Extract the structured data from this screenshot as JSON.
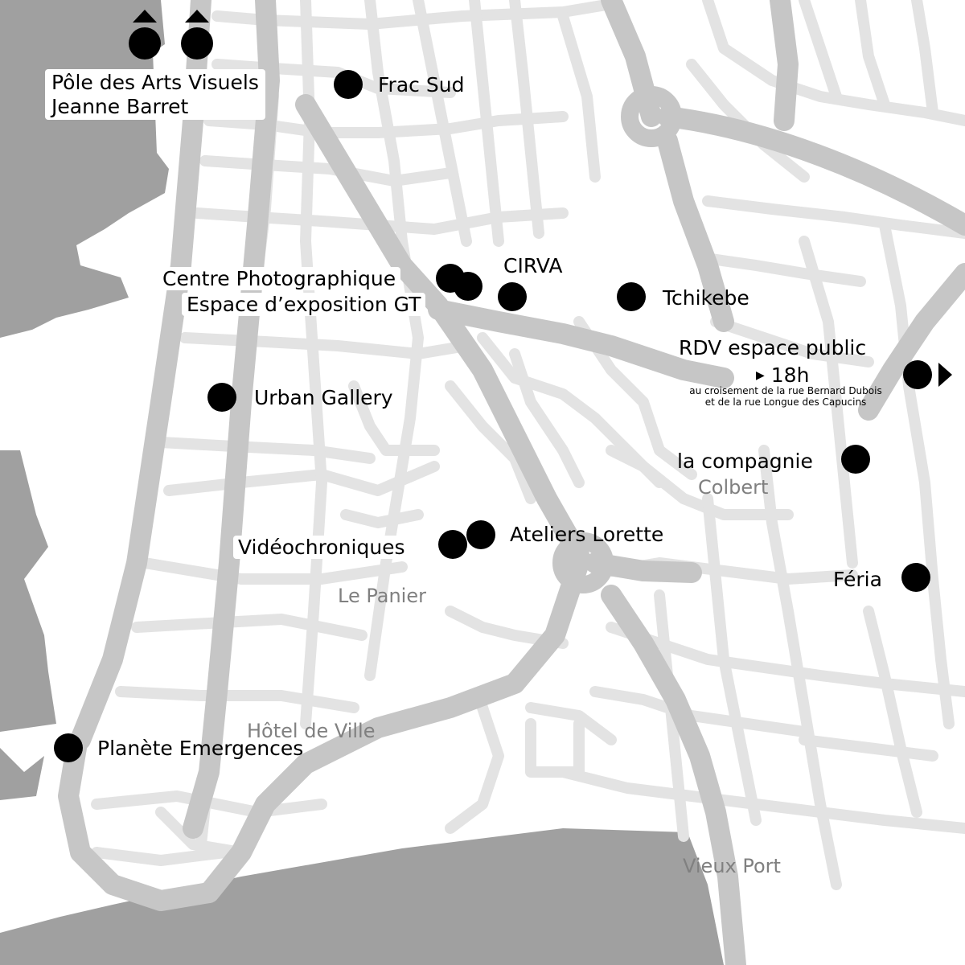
{
  "map": {
    "water_color": "#a0a0a0",
    "major_road_color": "#c6c6c6",
    "minor_road_color": "#e3e3e3",
    "marker_color": "#000000",
    "district_label_color": "#808080"
  },
  "venues": [
    {
      "id": "pole",
      "label_lines": [
        "Pôle des Arts Visuels",
        "Jeanne Barret"
      ],
      "marker": "double-dot-up-arrow"
    },
    {
      "id": "frac",
      "label": "Frac Sud"
    },
    {
      "id": "centre-photo",
      "label": "Centre Photographique"
    },
    {
      "id": "espace-gt",
      "label": "Espace d’exposition GT"
    },
    {
      "id": "cirva",
      "label": "CIRVA"
    },
    {
      "id": "tchikebe",
      "label": "Tchikebe"
    },
    {
      "id": "rdv",
      "label": "RDV espace public",
      "time": "18h",
      "note_lines": [
        "au croisement de la rue Bernard Dubois",
        "et de la rue Longue des Capucins"
      ],
      "marker": "dot-right-arrow"
    },
    {
      "id": "urban",
      "label": "Urban Gallery"
    },
    {
      "id": "compagnie",
      "label": "la compagnie"
    },
    {
      "id": "videochroniques",
      "label": "Vidéochroniques"
    },
    {
      "id": "ateliers",
      "label": "Ateliers Lorette"
    },
    {
      "id": "feria",
      "label": "Féria"
    },
    {
      "id": "planete",
      "label": "Planète Emergences"
    }
  ],
  "districts": [
    "Colbert",
    "Le Panier",
    "Hôtel de Ville",
    "Vieux Port"
  ]
}
